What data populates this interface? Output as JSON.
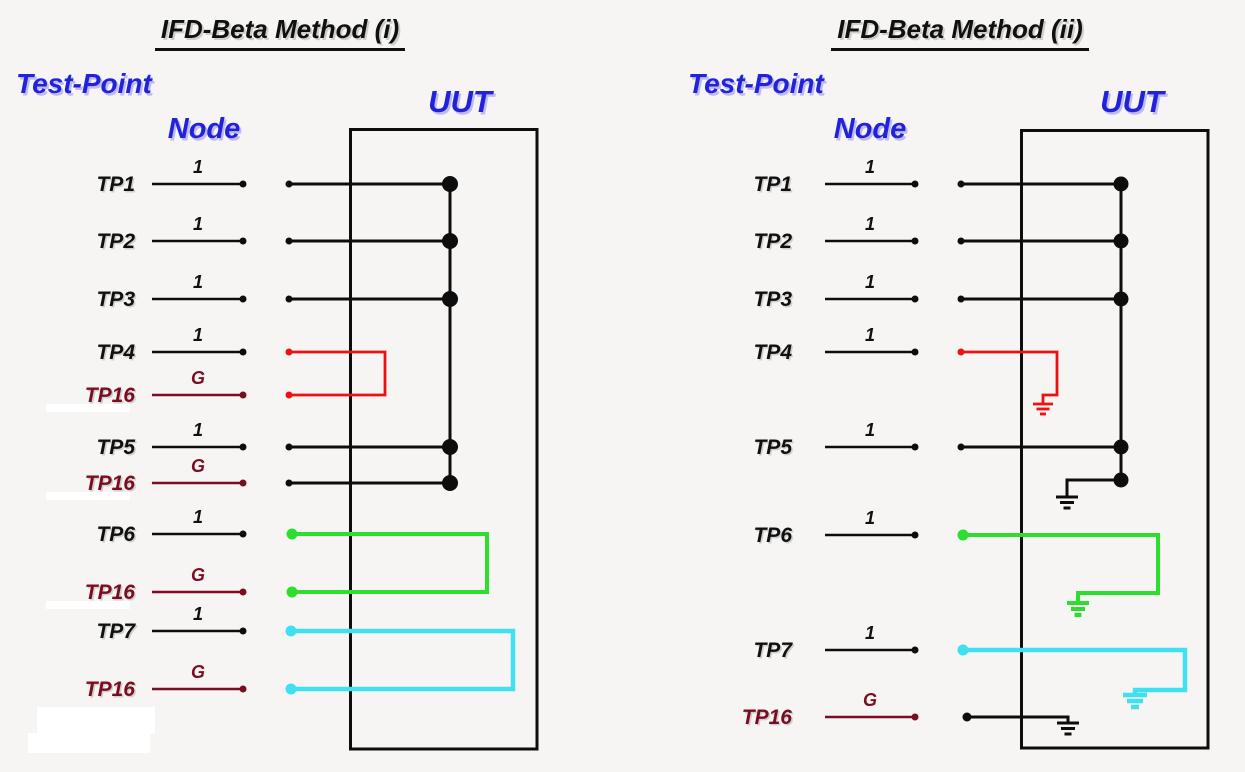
{
  "colors": {
    "page_bg": "#f6f5f4",
    "ink": "#101010",
    "wire": "#0d0d0d",
    "label_blue": "#2222dd",
    "maroon": "#7b0d20",
    "wire_red": "#ee1111",
    "wire_green": "#2ede2e",
    "wire_cyan": "#3fe0f0"
  },
  "diagrams": [
    {
      "title": "IFD-Beta Method (i)",
      "test_point_label": "Test-Point",
      "node_label": "Node",
      "uut_label": "UUT",
      "rows": [
        {
          "label": "TP1",
          "node": "1"
        },
        {
          "label": "TP2",
          "node": "1"
        },
        {
          "label": "TP3",
          "node": "1"
        },
        {
          "label": "TP4",
          "node": "1"
        },
        {
          "label": "TP16",
          "node": "G"
        },
        {
          "label": "TP5",
          "node": "1"
        },
        {
          "label": "TP16",
          "node": "G"
        },
        {
          "label": "TP6",
          "node": "1"
        },
        {
          "label": "TP16",
          "node": "G"
        },
        {
          "label": "TP7",
          "node": "1"
        },
        {
          "label": "TP16",
          "node": "G"
        }
      ]
    },
    {
      "title": "IFD-Beta Method (ii)",
      "test_point_label": "Test-Point",
      "node_label": "Node",
      "uut_label": "UUT",
      "rows": [
        {
          "label": "TP1",
          "node": "1"
        },
        {
          "label": "TP2",
          "node": "1"
        },
        {
          "label": "TP3",
          "node": "1"
        },
        {
          "label": "TP4",
          "node": "1"
        },
        {
          "label": "TP5",
          "node": "1"
        },
        {
          "label": "TP6",
          "node": "1"
        },
        {
          "label": "TP7",
          "node": "1"
        },
        {
          "label": "TP16",
          "node": "G"
        }
      ]
    }
  ]
}
